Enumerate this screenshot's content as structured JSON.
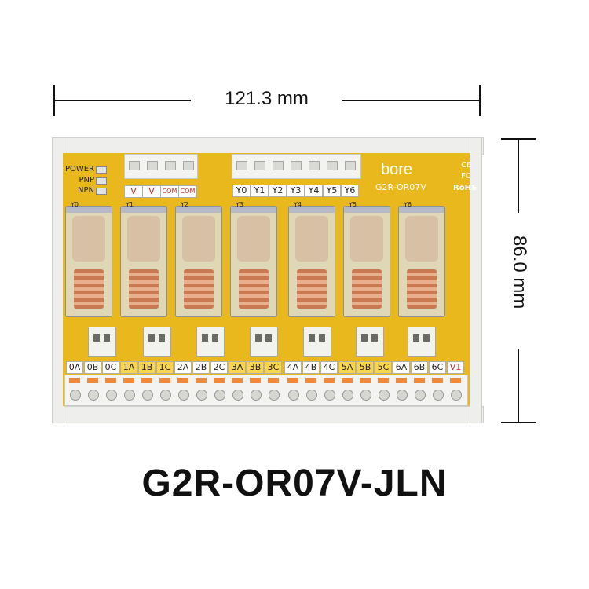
{
  "dimensions": {
    "width_label": "121.3 mm",
    "height_label": "86.0 mm"
  },
  "board": {
    "brand": "bore",
    "model_silk": "G2R-OR07V",
    "ce_mark": "CE",
    "fc_mark": "FC",
    "rohs": "RoHS",
    "led_labels": [
      "POWER",
      "PNP",
      "NPN"
    ],
    "power_terminals": [
      "V",
      "V",
      "COM",
      "COM"
    ],
    "input_terminals": [
      "Y0",
      "Y1",
      "Y2",
      "Y3",
      "Y4",
      "Y5",
      "Y6"
    ],
    "relay_marks": [
      "Y0",
      "Y1",
      "Y2",
      "Y3",
      "Y4",
      "Y5",
      "Y6"
    ],
    "output_terminals": [
      "0A",
      "0B",
      "0C",
      "1A",
      "1B",
      "1C",
      "2A",
      "2B",
      "2C",
      "3A",
      "3B",
      "3C",
      "4A",
      "4B",
      "4C",
      "5A",
      "5B",
      "5C",
      "6A",
      "6B",
      "6C",
      "V1"
    ]
  },
  "product_title": "G2R-OR07V-JLN"
}
